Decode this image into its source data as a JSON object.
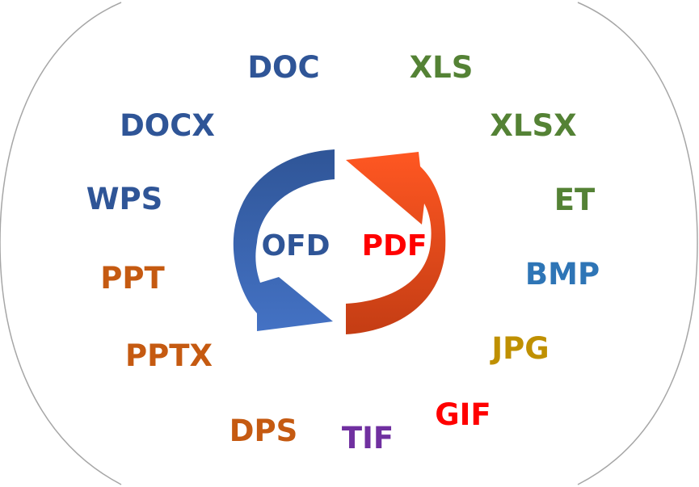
{
  "center": {
    "left_label": "OFD",
    "right_label": "PDF"
  },
  "formats": [
    {
      "id": "doc",
      "label": "DOC",
      "color": "#2F5597"
    },
    {
      "id": "docx",
      "label": "DOCX",
      "color": "#2F5597"
    },
    {
      "id": "wps",
      "label": "WPS",
      "color": "#2F5597"
    },
    {
      "id": "ppt",
      "label": "PPT",
      "color": "#C55A11"
    },
    {
      "id": "pptx",
      "label": "PPTX",
      "color": "#C55A11"
    },
    {
      "id": "dps",
      "label": "DPS",
      "color": "#C55A11"
    },
    {
      "id": "tif",
      "label": "TIF",
      "color": "#7030A0"
    },
    {
      "id": "gif",
      "label": "GIF",
      "color": "#FF0000"
    },
    {
      "id": "jpg",
      "label": "JPG",
      "color": "#BF9000"
    },
    {
      "id": "bmp",
      "label": "BMP",
      "color": "#2E75B6"
    },
    {
      "id": "et",
      "label": "ET",
      "color": "#548235"
    },
    {
      "id": "xlsx",
      "label": "XLSX",
      "color": "#548235"
    },
    {
      "id": "xls",
      "label": "XLS",
      "color": "#548235"
    }
  ],
  "colors": {
    "ofd_label": "#2F5597",
    "pdf_label": "#FF0000",
    "left_arrow_top": "#2F5597",
    "left_arrow_bottom": "#4472C4",
    "right_arrow_top": "#FF5722",
    "right_arrow_bottom": "#C43D14",
    "boundary": "#A6A6A6"
  }
}
